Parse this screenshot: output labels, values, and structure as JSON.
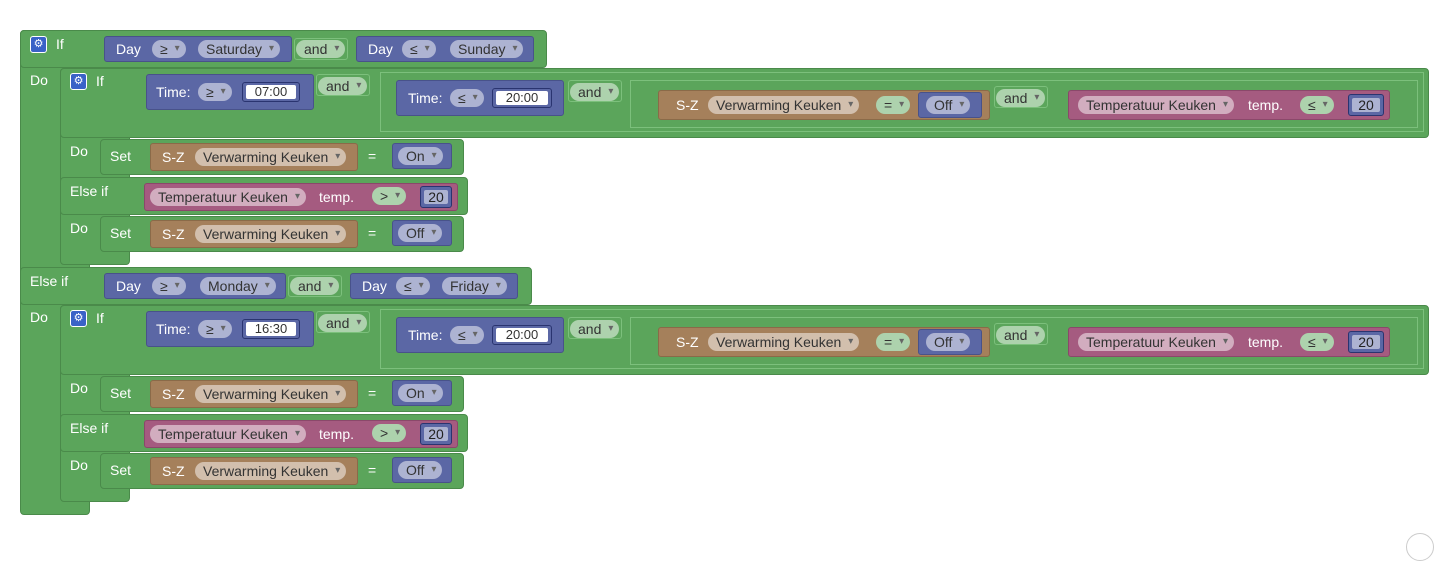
{
  "labels": {
    "if": "If",
    "do": "Do",
    "else_if": "Else if",
    "set": "Set",
    "and": "and",
    "eq": "=",
    "temp": "temp."
  },
  "icons": {
    "mutator": "gear-icon",
    "dropdown": "chevron-down-icon"
  },
  "colors": {
    "logic": "#5ba55b",
    "values": "#5b67a5",
    "device": "#a5805b",
    "sensor": "#a55b80"
  },
  "rule1": {
    "day_from_label": "Day",
    "day_from_op": "≥",
    "day_from": "Saturday",
    "day_to_label": "Day",
    "day_to_op": "≤",
    "day_to": "Sunday",
    "inner": {
      "time_from_label": "Time:",
      "time_from_op": "≥",
      "time_from": "07:00",
      "time_to_label": "Time:",
      "time_to_op": "≤",
      "time_to": "20:00",
      "device_type": "S-Z",
      "device": "Verwarming Keuken",
      "device_op": "=",
      "device_state": "Off",
      "sensor": "Temperatuur Keuken",
      "sensor_prop": "temp.",
      "sensor_op": "≤",
      "sensor_value": "20",
      "set1": {
        "type": "S-Z",
        "device": "Verwarming Keuken",
        "value": "On"
      },
      "elseif": {
        "sensor": "Temperatuur Keuken",
        "prop": "temp.",
        "op": ">",
        "value": "20"
      },
      "set2": {
        "type": "S-Z",
        "device": "Verwarming Keuken",
        "value": "Off"
      }
    }
  },
  "rule2": {
    "day_from_label": "Day",
    "day_from_op": "≥",
    "day_from": "Monday",
    "day_to_label": "Day",
    "day_to_op": "≤",
    "day_to": "Friday",
    "inner": {
      "time_from_label": "Time:",
      "time_from_op": "≥",
      "time_from": "16:30",
      "time_to_label": "Time:",
      "time_to_op": "≤",
      "time_to": "20:00",
      "device_type": "S-Z",
      "device": "Verwarming Keuken",
      "device_op": "=",
      "device_state": "Off",
      "sensor": "Temperatuur Keuken",
      "sensor_prop": "temp.",
      "sensor_op": "≤",
      "sensor_value": "20",
      "set1": {
        "type": "S-Z",
        "device": "Verwarming Keuken",
        "value": "On"
      },
      "elseif": {
        "sensor": "Temperatuur Keuken",
        "prop": "temp.",
        "op": ">",
        "value": "20"
      },
      "set2": {
        "type": "S-Z",
        "device": "Verwarming Keuken",
        "value": "Off"
      }
    }
  }
}
